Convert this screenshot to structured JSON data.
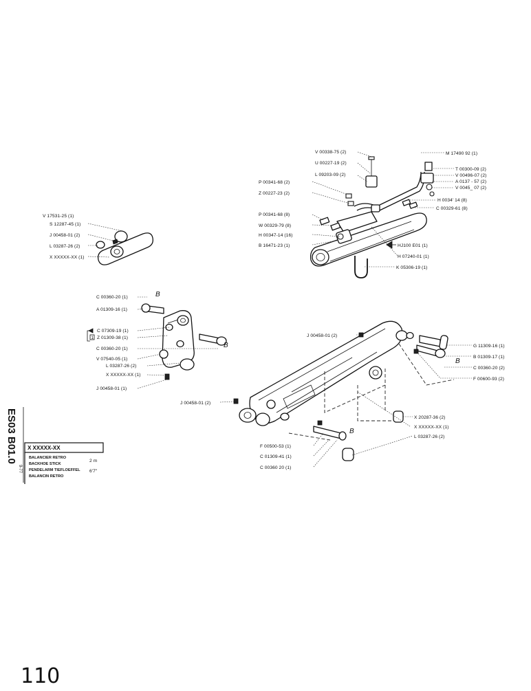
{
  "page_number": "110",
  "side_band": {
    "code": "ES03 B01.0",
    "date": "9-77"
  },
  "title_block": {
    "part_ref": "X XXXXX-XX",
    "names": [
      "BALANCIER RETRO",
      "BACKHOE STICK",
      "PENDELARM TIEFLOEFFEL",
      "BALANCIN RETRO"
    ],
    "size_metric": "2 m",
    "size_imperial": "6'7\""
  },
  "labels": {
    "top_right": [
      "V 00338-75 (2)",
      "U 00227-19 (2)",
      "L 09203-09 (2)",
      "P 00341-68 (2)",
      "Z 00227-23 (2)",
      "P 00341-68 (8)",
      "W 00329-79 (8)",
      "H 00347-14 (16)",
      "B 16471-23 (1)",
      "M 17490 92 (1)",
      "T 00300-09 (2)",
      "V 00496-07 (2)",
      "A 0137 - 57 (2)",
      "V 0045_ 07 (2)",
      "H 0034' 14 (8)",
      "C 00329-61 (8)",
      "HJ100 E01 (1)",
      "H 07240-01 (1)",
      "K 05306-19 (1)"
    ],
    "left_link": [
      "V 17531-25 (1)",
      "S 12287-45 (1)",
      "J 00458-01 (2)",
      "L 03287-26 (2)",
      "X XXXXX-XX (1)"
    ],
    "mid_left": [
      "C 00360-20 (1)",
      "A 01309-16 (1)",
      "C 07309-19 (1)",
      "Z 01309-38 (1)",
      "C 00360-20 (1)",
      "V 07540-05 (1)",
      "L 03287-26 (2)",
      "X XXXXX-XX (1)",
      "J 00458-01 (1)"
    ],
    "main": [
      "J 00458-01 (2)",
      "G 11309-16 (1)",
      "B 01309-17 (1)",
      "C 00360-20 (2)",
      "F 00600-93 (2)",
      "J 00458-01 (2)",
      "X 20287-36 (2)",
      "X XXXXX-XX (1)",
      "F 00500-53 (1)",
      "C 01309-41 (1)",
      "C 00360 20 (1)",
      "L 03287-26 (2)"
    ],
    "bracket_marks": [
      "B",
      "B",
      "B",
      "B"
    ],
    "box_mark": "1"
  }
}
